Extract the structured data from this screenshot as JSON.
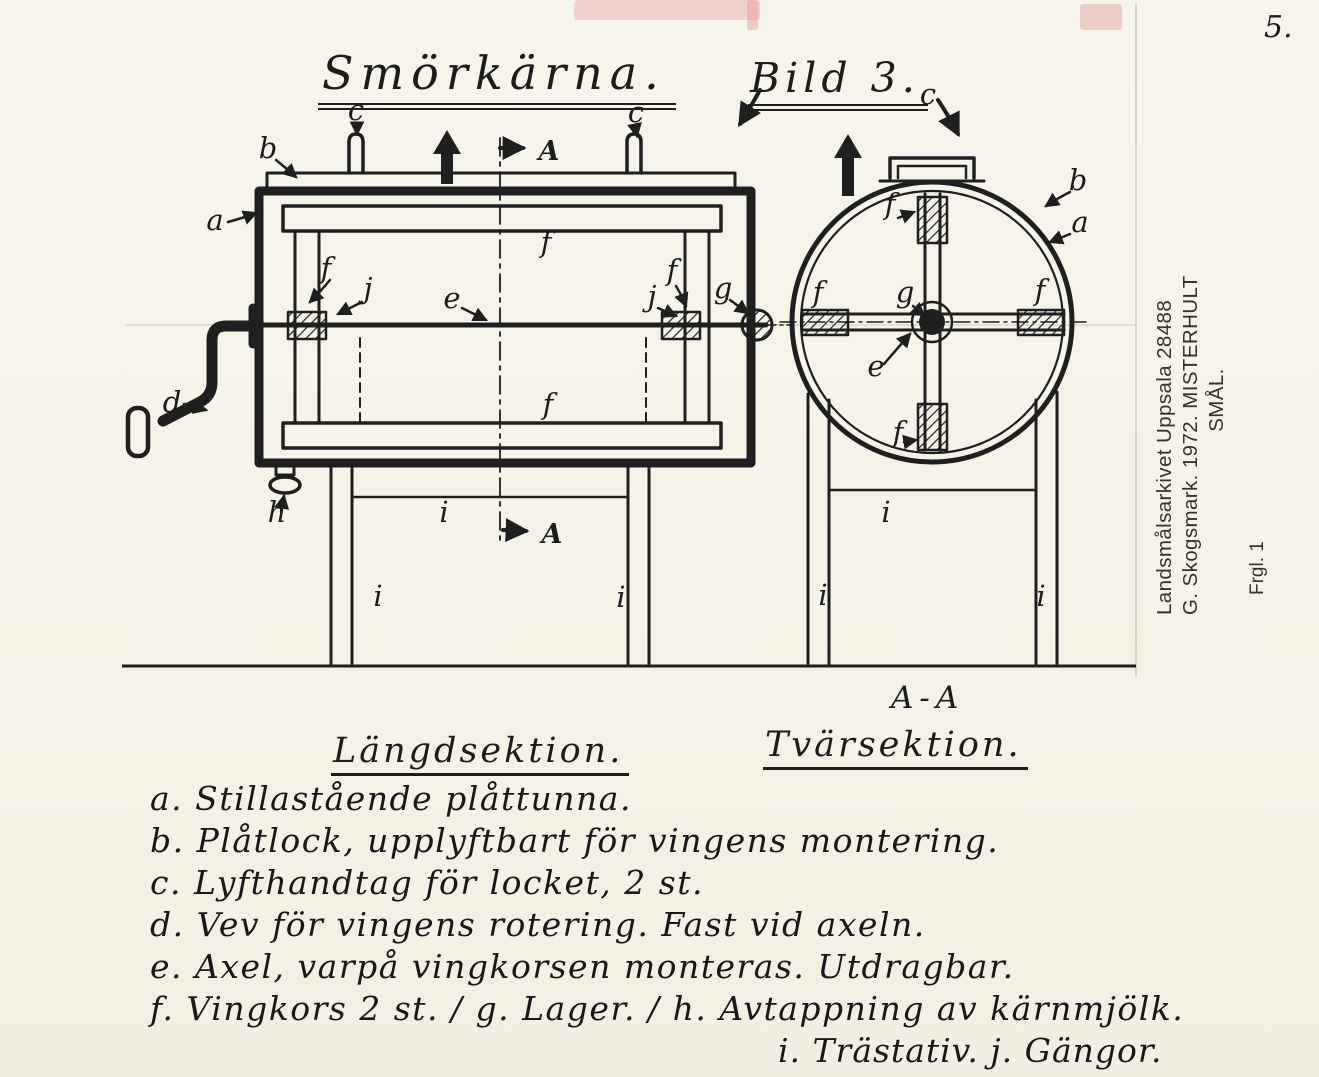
{
  "page": {
    "number": "5.",
    "paper_color": "#f5f2e8",
    "ink_color": "#1f1f1f"
  },
  "title": {
    "main": "Smörkärna.",
    "figure": "Bild 3."
  },
  "sections": {
    "left": "Längdsektion.",
    "right": "Tvärsektion.",
    "cut": "A-A",
    "cut_letter": "A"
  },
  "stamp": {
    "line1": "Landsmålsarkivet Uppsala 28488",
    "line2": "G. Skogsmark. 1972. MISTERHULT",
    "line3": "SMÅL.",
    "ref": "Frgl. 1"
  },
  "legend": {
    "lines": [
      "a. Stillastående plåttunna.",
      "b. Plåtlock, upplyftbart för vingens montering.",
      "c. Lyfthandtag för locket, 2 st.",
      "d. Vev för vingens rotering. Fast vid axeln.",
      "e. Axel, varpå vingkorsen monteras. Utdragbar.",
      "f. Vingkors 2 st. / g. Lager. / h. Avtappning av kärnmjölk.",
      "i. Trästativ. j. Gängor."
    ]
  },
  "part_letters": {
    "a": "a",
    "b": "b",
    "c": "c",
    "d": "d",
    "e": "e",
    "f": "f",
    "g": "g",
    "h": "h",
    "i": "i",
    "j": "j"
  }
}
